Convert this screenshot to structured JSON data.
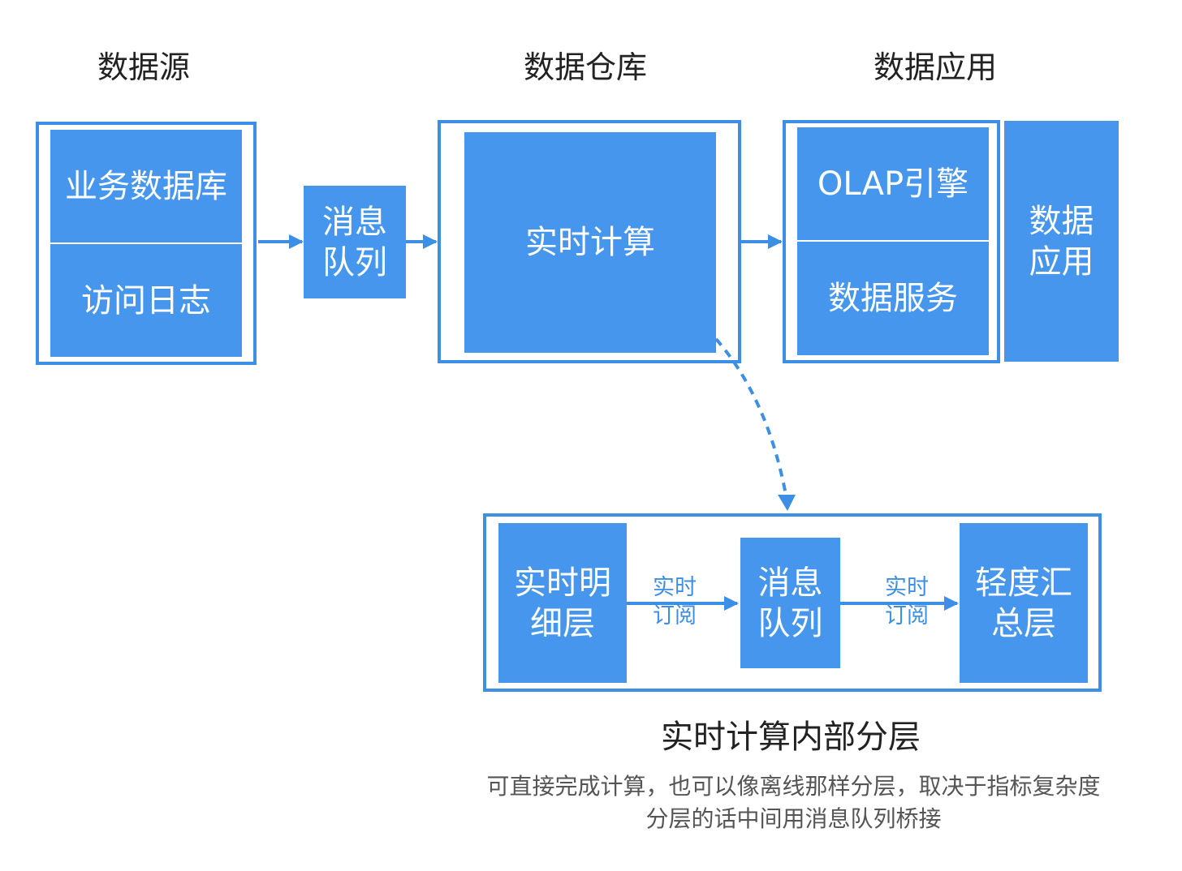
{
  "colors": {
    "block": "#4596ec",
    "outline": "#3d8fe6",
    "heading_text": "#222222",
    "note_text": "#555555"
  },
  "columns": {
    "source": {
      "title": "数据源",
      "items": [
        "业务数据库",
        "访问日志"
      ]
    },
    "queue": {
      "lines": [
        "消息",
        "队列"
      ]
    },
    "warehouse": {
      "title": "数据仓库",
      "items": [
        "实时计算"
      ]
    },
    "application": {
      "title": "数据应用",
      "items": [
        "OLAP引擎",
        "数据服务"
      ],
      "side_block_lines": [
        "数据",
        "应用"
      ]
    }
  },
  "detail": {
    "title": "实时计算内部分层",
    "layers": [
      {
        "lines": [
          "实时明",
          "细层"
        ]
      },
      {
        "lines": [
          "消息",
          "队列"
        ]
      },
      {
        "lines": [
          "轻度汇",
          "总层"
        ]
      }
    ],
    "edge_labels": [
      {
        "lines": [
          "实时",
          "订阅"
        ]
      },
      {
        "lines": [
          "实时",
          "订阅"
        ]
      }
    ],
    "notes": [
      "可直接完成计算，也可以像离线那样分层，取决于指标复杂度",
      "分层的话中间用消息队列桥接"
    ]
  },
  "edges": [
    {
      "from": "数据源",
      "to": "消息队列",
      "style": "solid"
    },
    {
      "from": "消息队列",
      "to": "数据仓库",
      "style": "solid"
    },
    {
      "from": "数据仓库",
      "to": "数据应用",
      "style": "solid"
    },
    {
      "from": "实时计算",
      "to": "实时计算内部分层",
      "style": "dashed"
    },
    {
      "from": "实时明细层",
      "to": "消息队列",
      "style": "solid",
      "label": "实时订阅"
    },
    {
      "from": "消息队列",
      "to": "轻度汇总层",
      "style": "solid",
      "label": "实时订阅"
    }
  ]
}
